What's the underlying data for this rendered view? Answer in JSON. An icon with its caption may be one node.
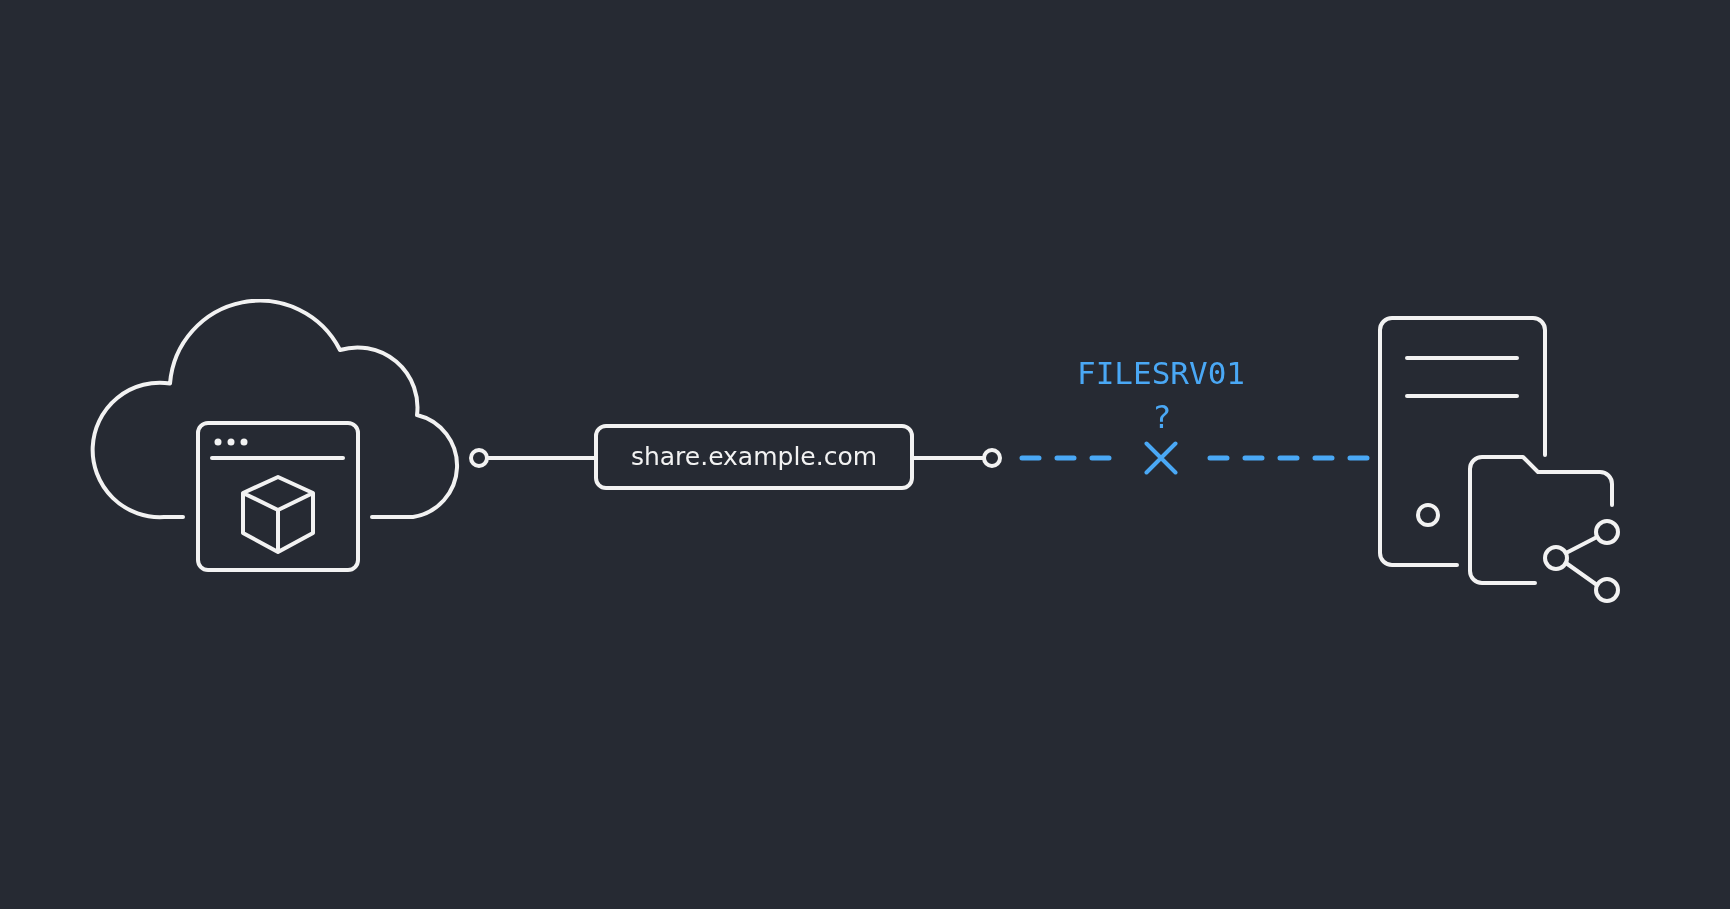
{
  "diagram": {
    "nodes": [
      {
        "text": [],
        "shape": "cloud"
      },
      {
        "text": [
          "share.example.com"
        ]
      },
      {
        "text": [],
        "shape": "picture"
      }
    ],
    "edges": [
      {
        "from": 0,
        "to": 1,
        "arrow": "other"
      },
      {
        "from": 1,
        "to": null,
        "arrow": "other"
      },
      {
        "from": null,
        "to": 2,
        "arrow": "none",
        "style": "dashed",
        "color": "#4aa8f5",
        "label": "FILESRV01"
      }
    ],
    "labels": [
      "?"
    ]
  }
}
